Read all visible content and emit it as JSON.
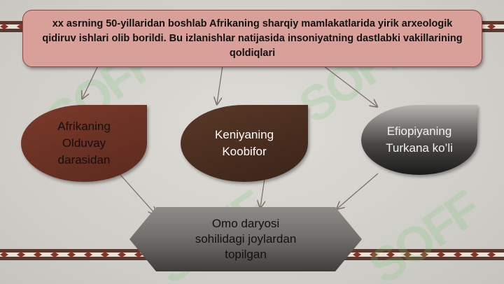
{
  "top_box": {
    "text": "xx asrning 50-yillaridan boshlab Afrikaning sharqiy mamlakatlarida yirik arxeologik qidiruv ishlari olib borildi. Bu izlanishlar natijasida insoniyatning dastlabki vakillarining qoldiqlari"
  },
  "sites": [
    {
      "label": "Afrikaning Olduvay darasidan"
    },
    {
      "label": "Keniyaning Koobifor"
    },
    {
      "label": "Efiopiyaning Turkana ko’li"
    }
  ],
  "bottom_box": {
    "text": "Omo daryosi sohilidagi joylardan topilgan"
  },
  "watermark": {
    "text": "SOFF"
  },
  "colors": {
    "top_box_fill": "#d9a09a",
    "site1_fill": "#6b3324",
    "site2_fill": "#4a2e20",
    "site3_fill": "#4a4846",
    "arrow": "#7a6a66"
  }
}
